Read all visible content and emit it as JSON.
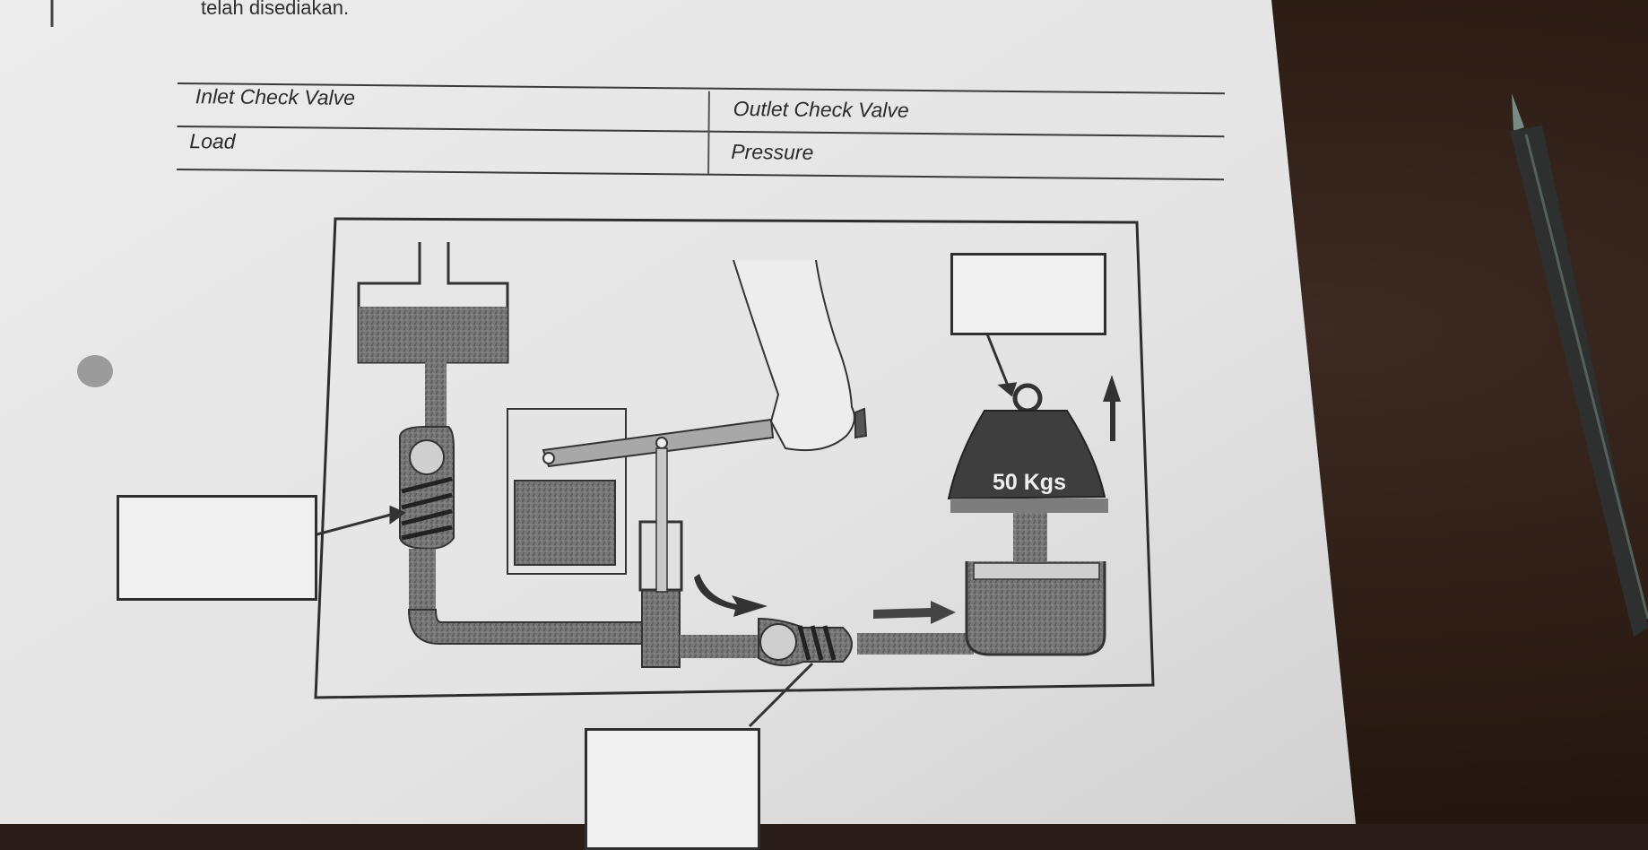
{
  "instruction_tail": "telah disediakan.",
  "choices": {
    "inlet_check_valve": "Inlet Check Valve",
    "outlet_check_valve": "Outlet Check Valve",
    "load": "Load",
    "pressure": "Pressure"
  },
  "diagram": {
    "weight_label": "50 Kgs"
  },
  "answer_boxes": {
    "top_right": "",
    "left": "",
    "bottom": ""
  },
  "colors": {
    "paper": "#e9e9e9",
    "ink": "#2f2f2f",
    "fluid": "#6d6d6d",
    "desk": "#2a1c16"
  }
}
